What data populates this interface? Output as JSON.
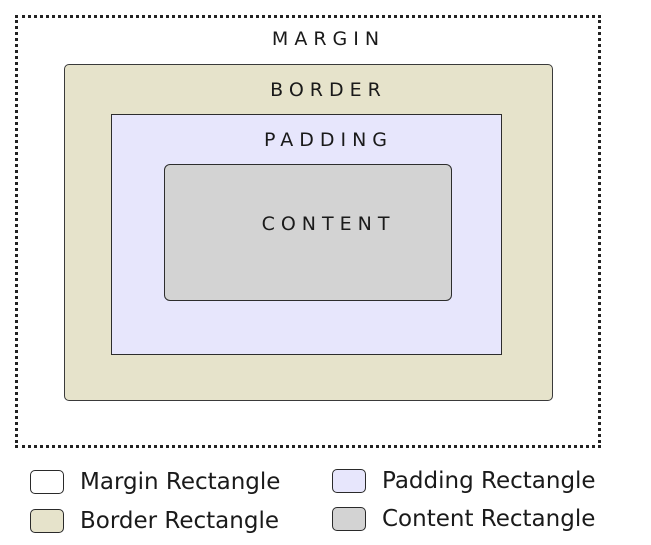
{
  "diagram": {
    "margin_label": "MARGIN",
    "border_label": "BORDER",
    "padding_label": "PADDING",
    "content_label": "CONTENT"
  },
  "legend": {
    "margin": {
      "label": "Margin Rectangle",
      "color": "#ffffff"
    },
    "border": {
      "label": "Border Rectangle",
      "color": "#e6e3cb"
    },
    "padding": {
      "label": "Padding Rectangle",
      "color": "#e7e6fc"
    },
    "content": {
      "label": "Content Rectangle",
      "color": "#d3d3d3"
    }
  }
}
